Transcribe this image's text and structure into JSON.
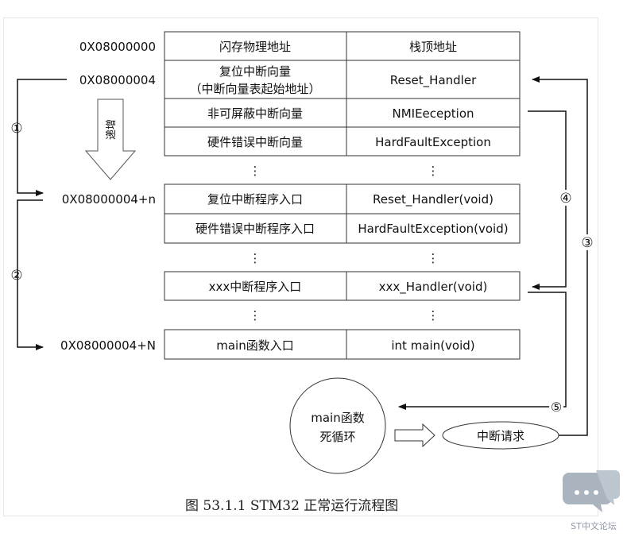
{
  "diagram": {
    "addresses": {
      "base": "0X08000000",
      "reset_vector": "0X08000004",
      "isr_start": "0X08000004+n",
      "main_entry": "0X08000004+N"
    },
    "table_headers": [
      "闪存物理地址",
      "栈顶地址"
    ],
    "vector_rows": [
      {
        "left_line1": "复位中断向量",
        "left_line2": "（中断向量表起始地址）",
        "right": "Reset_Handler"
      },
      {
        "left": "非可屏蔽中断向量",
        "right": "NMIEeception"
      },
      {
        "left": "硬件错误中断向量",
        "right": "HardFaultException"
      }
    ],
    "isr_rows": [
      {
        "left": "复位中断程序入口",
        "right": "Reset_Handler(void)"
      },
      {
        "left": "硬件错误中断程序入口",
        "right": "HardFaultException(void)"
      }
    ],
    "generic_row": {
      "left": "xxx中断程序入口",
      "right": "xxx_Handler(void)"
    },
    "main_row": {
      "left": "main函数入口",
      "right": "int main(void)"
    },
    "ellipsis": "⋮",
    "increment_label": "递增",
    "main_loop": {
      "line1": "main函数",
      "line2": "死循环"
    },
    "interrupt_request": "中断请求",
    "step_markers": [
      "①",
      "②",
      "③",
      "④",
      "⑤"
    ]
  },
  "caption": "图 53.1.1 STM32 正常运行流程图",
  "watermark": "ST中文论坛"
}
